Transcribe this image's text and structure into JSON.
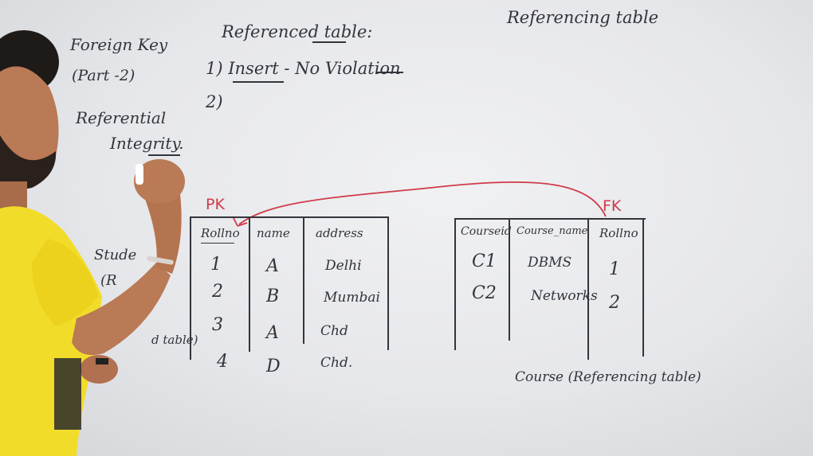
{
  "board": {
    "title_line1": "Foreign Key",
    "title_line2": "(Part -2)",
    "topic_line1": "Referential",
    "topic_line2": "Integrity.",
    "referenced_heading": "Referenced table:",
    "referencing_heading": "Referencing table",
    "point1": "1) Insert - No Violation",
    "point2": "2)",
    "pk_label": "PK",
    "fk_label": "FK",
    "student_label": "Stude",
    "student_sub": "(R",
    "referenced_table_label": "d table)",
    "course_caption": "Course (Referencing table)"
  },
  "student_table": {
    "headers": [
      "Rollno",
      "name",
      "address"
    ],
    "rows": [
      [
        "1",
        "A",
        "Delhi"
      ],
      [
        "2",
        "B",
        "Mumbai"
      ],
      [
        "3",
        "A",
        "Chd"
      ],
      [
        "4",
        "D",
        "Chd."
      ]
    ]
  },
  "course_table": {
    "headers": [
      "Courseid",
      "Course_name",
      "Rollno"
    ],
    "rows": [
      [
        "C1",
        "DBMS",
        "1"
      ],
      [
        "C2",
        "Networks",
        "2"
      ]
    ]
  },
  "colors": {
    "marker": "#33343c",
    "red_marker": "#d03a4a",
    "shirt": "#f2dc2a",
    "skin": "#b97a55"
  }
}
